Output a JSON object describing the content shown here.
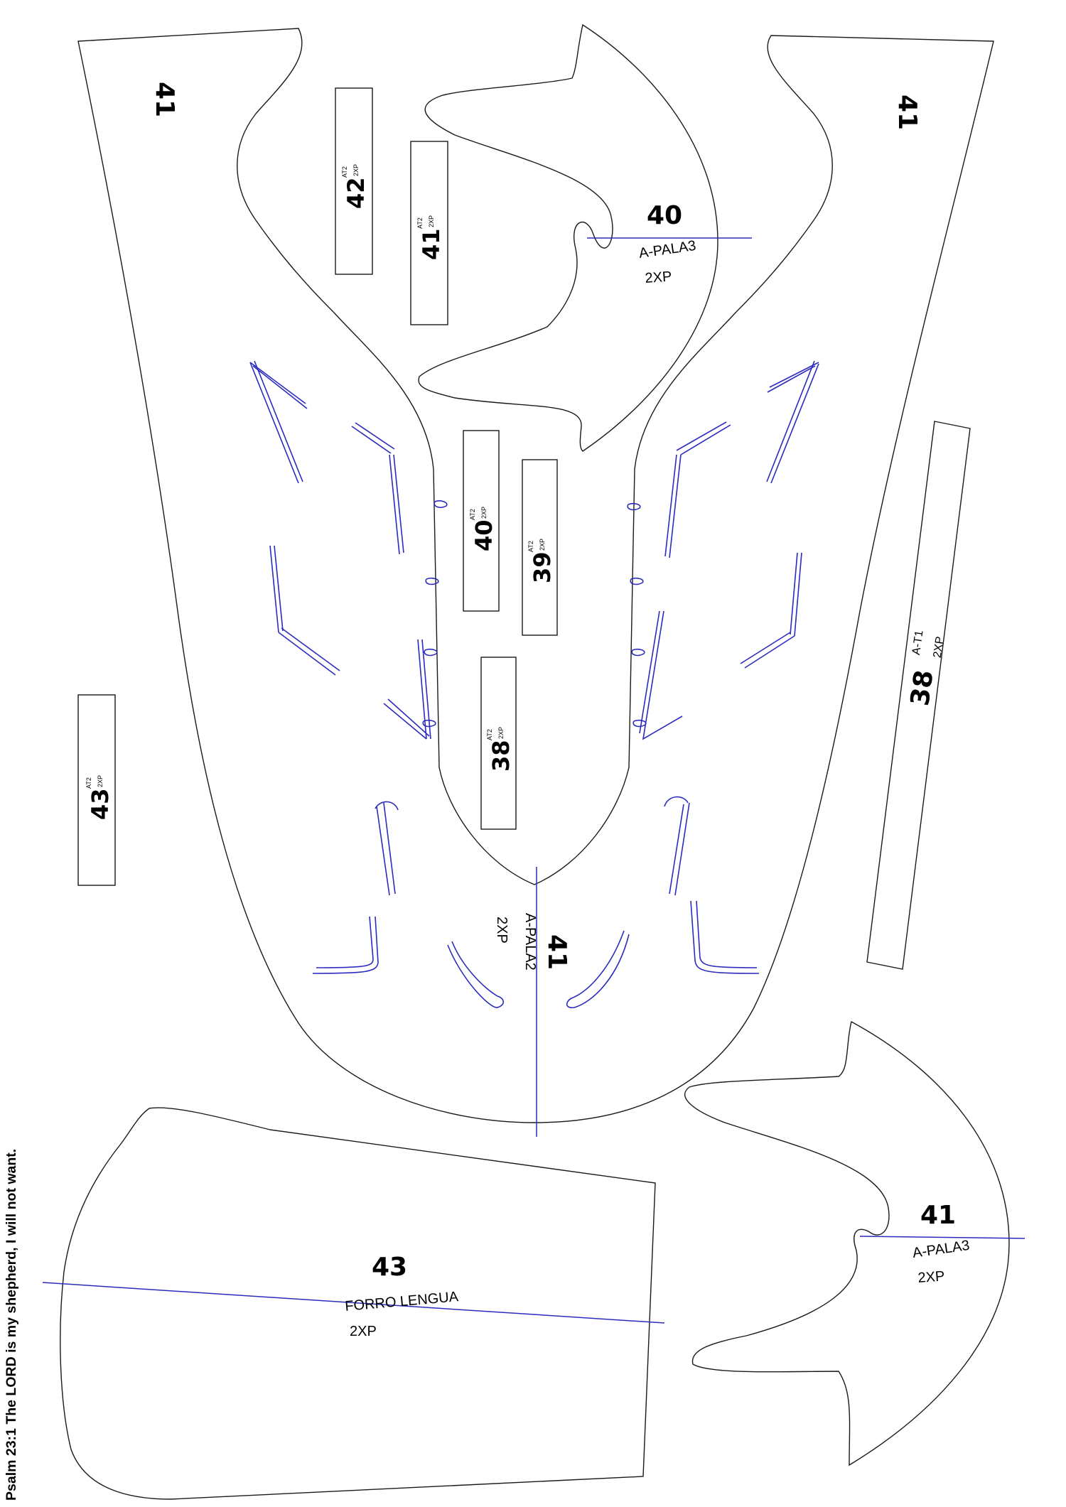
{
  "motto": "Psalm 23:1 The LORD is my shepherd, I will not want.",
  "colors": {
    "outline": "#1a1a1a",
    "guide": "#2b2bbf",
    "background": "#ffffff"
  },
  "vamp": {
    "left_wing_size": "41",
    "right_wing_size": "41",
    "size": "41",
    "name": "A-PALA2",
    "qty": "2XP"
  },
  "tongue_piece_top": {
    "size": "40",
    "name": "A-PALA3",
    "qty": "2XP"
  },
  "tongue_piece_bottom": {
    "size": "41",
    "name": "A-PALA3",
    "qty": "2XP"
  },
  "tongue_lining": {
    "size": "43",
    "name": "FORRO LENGUA",
    "qty": "2XP"
  },
  "strip_38_side": {
    "size": "38",
    "name": "A-T1",
    "qty": "2XP"
  },
  "tabs": [
    {
      "size": "42",
      "name": "AT2",
      "qty": "2XP"
    },
    {
      "size": "41",
      "name": "AT2",
      "qty": "2XP"
    },
    {
      "size": "40",
      "name": "AT2",
      "qty": "2XP"
    },
    {
      "size": "39",
      "name": "AT2",
      "qty": "2XP"
    },
    {
      "size": "38",
      "name": "AT2",
      "qty": "2XP"
    },
    {
      "size": "43",
      "name": "AT2",
      "qty": "2XP"
    }
  ]
}
